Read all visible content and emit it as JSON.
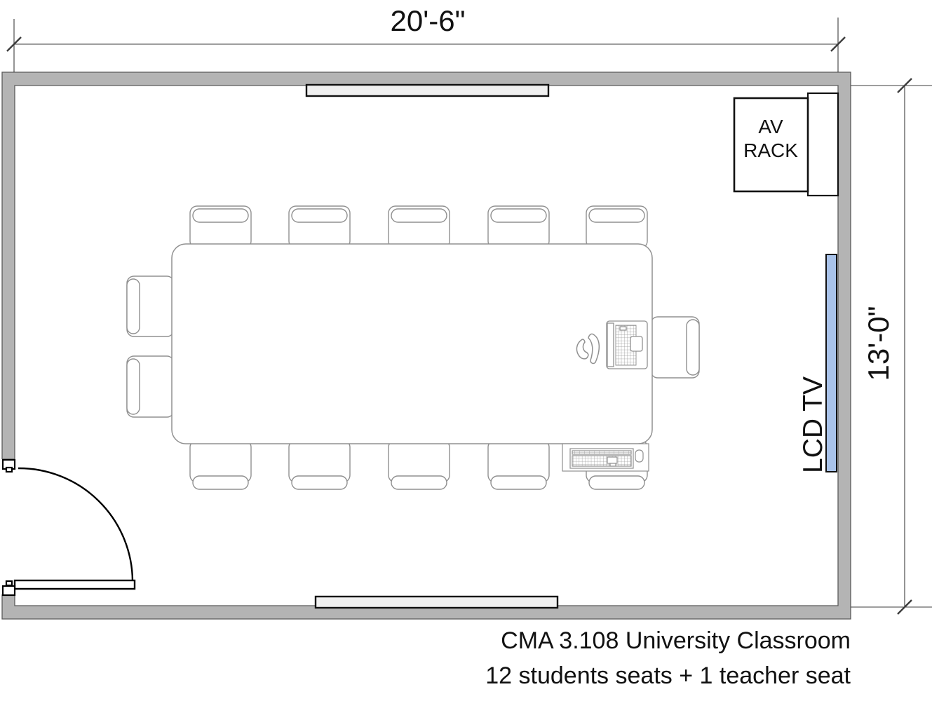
{
  "dimensions": {
    "width_label": "20'-6\"",
    "height_label": "13'-0\""
  },
  "equipment": {
    "av_rack": {
      "line1": "AV",
      "line2": "RACK"
    },
    "lcd_tv_label": "LCD TV"
  },
  "title": {
    "line1": "CMA 3.108 University Classroom",
    "line2": "12 students seats + 1 teacher seat"
  },
  "colors": {
    "wall_fill": "#b4b4b4",
    "wall_edge": "#5a5a5a",
    "furniture_line": "#909090",
    "door_line": "#000000",
    "board_fill": "#f0f0f0",
    "tv_screen": "#a9c3ea",
    "dimension_line": "#3c3c3c",
    "text": "#111111"
  }
}
